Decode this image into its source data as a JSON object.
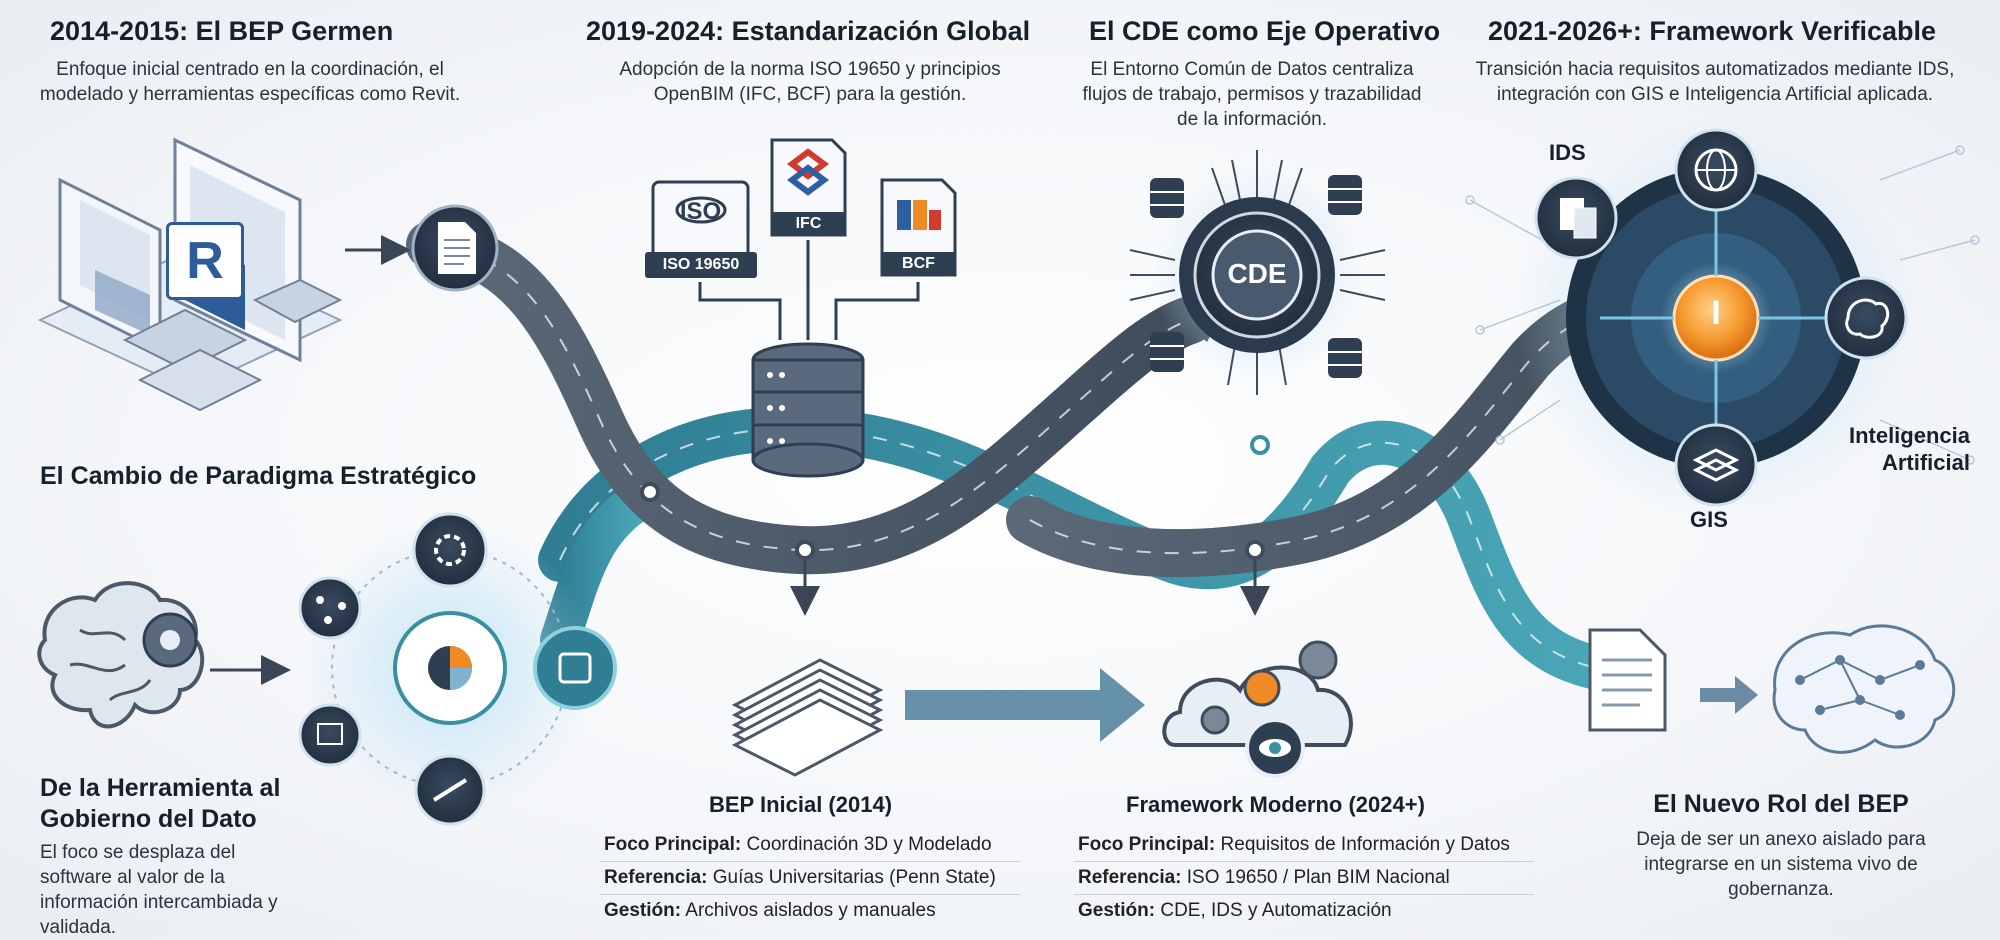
{
  "header": {
    "col1": {
      "title": "2014-2015: El BEP Germen",
      "text": "Enfoque inicial centrado en la coordinación, el modelado y herramientas específicas como Revit."
    },
    "col2": {
      "title": "2019-2024: Estandarización Global",
      "text": "Adopción de la norma ISO 19650 y principios OpenBIM (IFC, BCF) para la gestión."
    },
    "col3": {
      "title": "El CDE como Eje Operativo",
      "text": "El Entorno Común de Datos centraliza flujos de trabajo, permisos y trazabilidad de la información."
    },
    "col4": {
      "title": "2021-2026+: Framework Verificable",
      "text": "Transición hacia requisitos automatizados mediante IDS, integración con GIS e Inteligencia Artificial aplicada."
    }
  },
  "icons": {
    "revit_letter": "R",
    "iso_logo": "ISO",
    "iso_caption": "ISO 19650",
    "ifc_caption": "IFC",
    "bcf_caption": "BCF",
    "cde_label": "CDE",
    "ids_label": "IDS",
    "ai_label": "Inteligencia Artificial",
    "gis_label": "GIS",
    "center_letter": "I"
  },
  "paradigm": {
    "title": "El Cambio de Paradigma Estratégico",
    "sub_title": "De la Herramienta al Gobierno del Dato",
    "sub_text": "El foco se desplaza del software al valor de la información intercambiada y validada."
  },
  "bep_initial": {
    "title": "BEP Inicial (2014)",
    "rows": [
      {
        "key": "Foco Principal:",
        "value": "Coordinación 3D y Modelado"
      },
      {
        "key": "Referencia:",
        "value": "Guías Universitarias (Penn State)"
      },
      {
        "key": "Gestión:",
        "value": "Archivos aislados y manuales"
      }
    ]
  },
  "framework_modern": {
    "title": "Framework Moderno (2024+)",
    "rows": [
      {
        "key": "Foco Principal:",
        "value": "Requisitos de Información y Datos"
      },
      {
        "key": "Referencia:",
        "value": "ISO 19650 / Plan BIM Nacional"
      },
      {
        "key": "Gestión:",
        "value": "CDE, IDS y Automatización"
      }
    ]
  },
  "new_role": {
    "title": "El Nuevo Rol del BEP",
    "text": "Deja de ser un anexo aislado para integrarse en un sistema vivo de gobernanza."
  },
  "colors": {
    "road_dark": "#4a5868",
    "road_teal": "#3a8fa3",
    "accent_orange": "#f08a24",
    "icon_navy": "#2f3f52"
  }
}
